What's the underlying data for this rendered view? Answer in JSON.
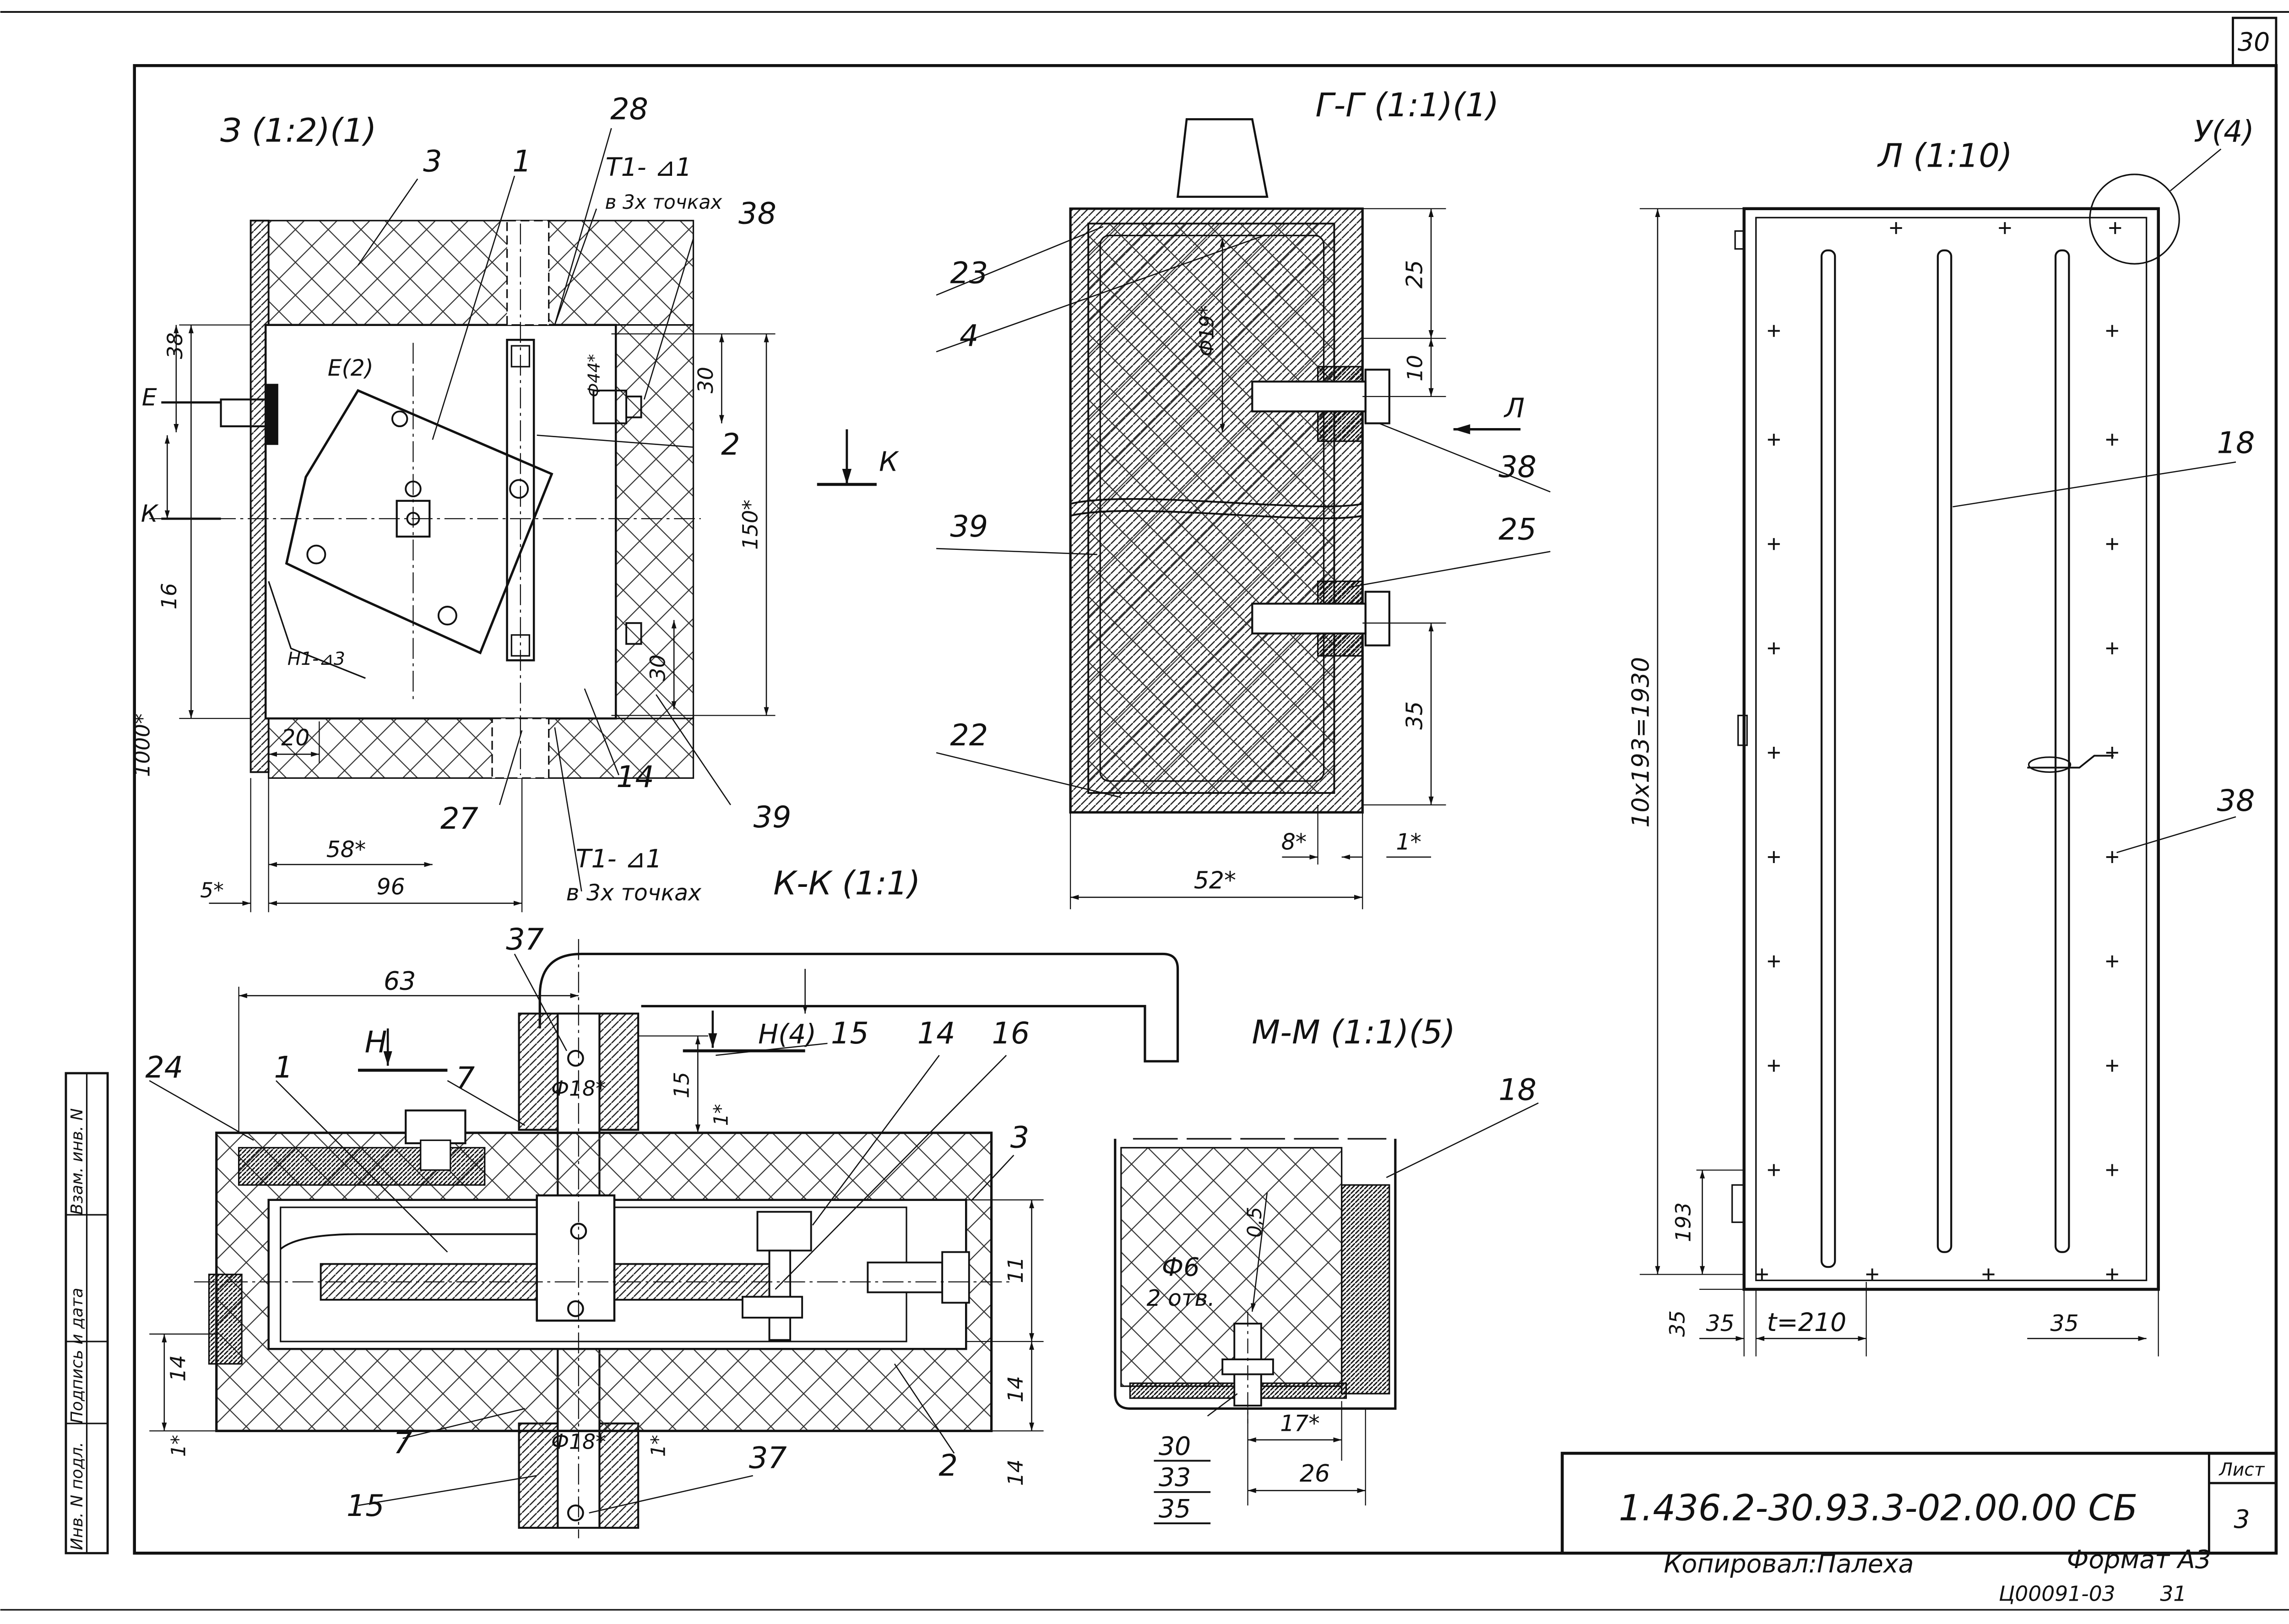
{
  "sheet": {
    "corner_number": "30",
    "doc_code": "1.436.2-30.93.3-02.00.00 СБ",
    "sheet_label": "Лист",
    "sheet_no": "3",
    "copied_by": "Копировал:Палеха",
    "format": "Формат А3",
    "archive_no": "Ц00091-03",
    "archive_page": "31",
    "side_stamp": [
      "Инв. N подл.",
      "Подпись и дата",
      "Взам. инв. N"
    ]
  },
  "view_z": {
    "title": "З (1:2)(1)",
    "section_title": "К-К (1:1)",
    "callouts": [
      "3",
      "1",
      "28",
      "38",
      "2",
      "39",
      "14",
      "27"
    ],
    "weld_top": "Т1- ⊿1",
    "weld_top_note": "в 3х точках",
    "weld_bottom": "Т1- ⊿1",
    "weld_bottom_note": "в 3х точках",
    "weld_side": "Н1-⊿3",
    "marker_e": "Е",
    "marker_e2": "Е(2)",
    "marker_k": "К",
    "dims": [
      "38",
      "30",
      "150*",
      "16",
      "1000*",
      "30",
      "20",
      "58*",
      "96",
      "5*",
      "Ф44*"
    ]
  },
  "view_gg": {
    "title": "Г-Г (1:1)(1)",
    "callouts": [
      "23",
      "4",
      "39",
      "22",
      "38",
      "25"
    ],
    "dims": [
      "25",
      "10",
      "Ф19*",
      "35",
      "8*",
      "1*",
      "52*"
    ],
    "view_arrow": "Л"
  },
  "view_l": {
    "title": "Л (1:10)",
    "detail_ref": "У(4)",
    "callouts": [
      "18",
      "38"
    ],
    "dims": [
      "10x193=1930",
      "193",
      "35",
      "35",
      "t=210",
      "35"
    ]
  },
  "view_h": {
    "callouts": [
      "37",
      "24",
      "1",
      "7",
      "15",
      "14",
      "16",
      "3",
      "2",
      "7",
      "15",
      "37"
    ],
    "marker_h": "Н",
    "marker_h4": "Н(4)",
    "dims": [
      "63",
      "Ф18*",
      "15",
      "1*",
      "11",
      "14",
      "14",
      "1*",
      "Ф18*",
      "1*",
      "14"
    ]
  },
  "view_mm": {
    "title": "М-М (1:1)(5)",
    "callouts": [
      "18"
    ],
    "parts_list": [
      "30",
      "33",
      "35"
    ],
    "dims": [
      "Ф6",
      "2 отв.",
      "0,5",
      "17*",
      "26"
    ]
  }
}
